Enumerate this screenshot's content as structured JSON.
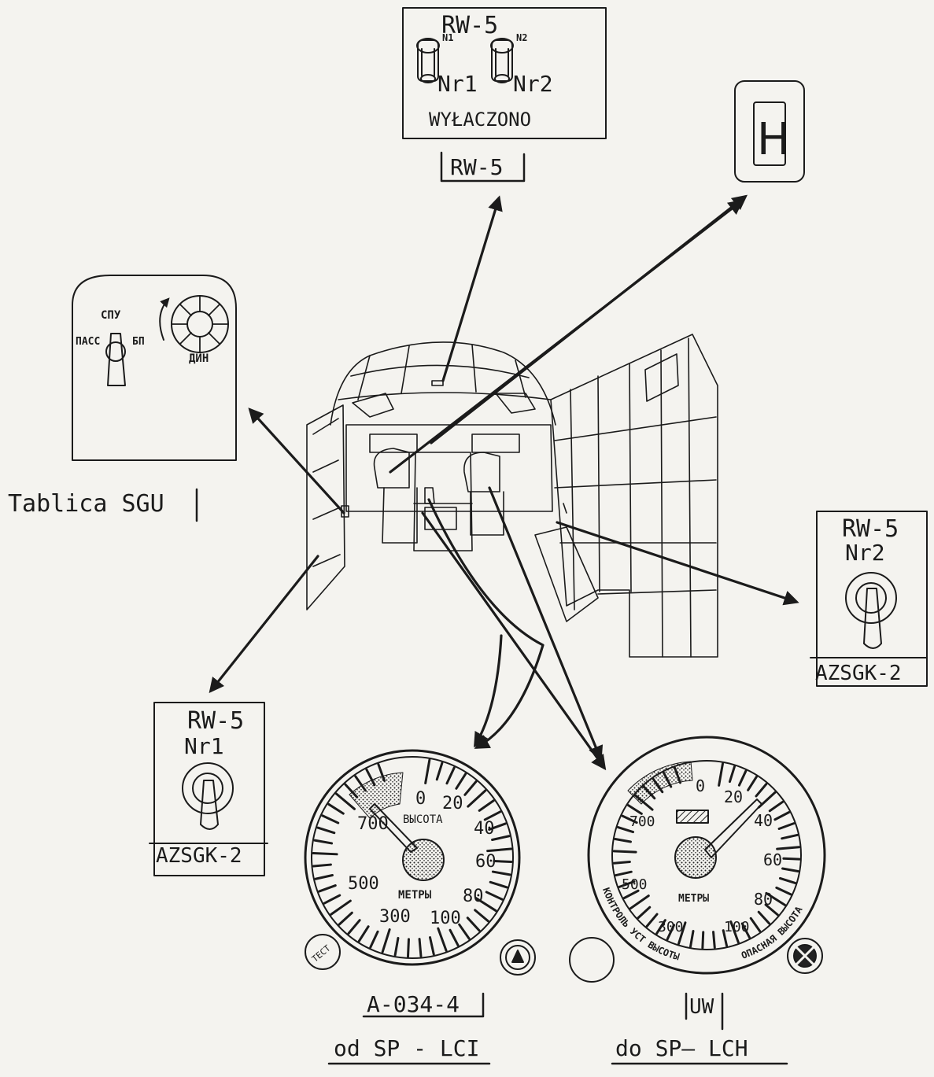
{
  "top_card": {
    "title": "RW-5",
    "switch1_tag": "N1",
    "switch2_tag": "N2",
    "switch1_label": "Nr1",
    "switch2_label": "Nr2",
    "status": "WYŁACZONO",
    "caption": "RW-5"
  },
  "h_card": {
    "letter": "H"
  },
  "sgu_card": {
    "top_label": "СПУ",
    "left_label": "ПАСС",
    "right_label": "БП",
    "knob_label": "ДИН",
    "caption": "Tablica SGU"
  },
  "right_card": {
    "title": "RW-5",
    "number": "Nr2",
    "caption": "AZSGK-2"
  },
  "left_card": {
    "title": "RW-5",
    "number": "Nr1",
    "caption": "AZSGK-2"
  },
  "gauge_left": {
    "center_label": "ВЫСОТА",
    "unit_label": "МЕТРЫ",
    "scale": [
      "0",
      "20",
      "40",
      "60",
      "80",
      "100",
      "300",
      "500",
      "700"
    ],
    "corner_left_label": "ТЕСТ",
    "caption": "A-034-4",
    "subcaption": "od SP - LCI"
  },
  "gauge_right": {
    "unit_label": "МЕТРЫ",
    "scale": [
      "0",
      "20",
      "40",
      "60",
      "80",
      "100",
      "300",
      "500",
      "700"
    ],
    "ring_left_text": "КОНТРОЛЬ УСТ ВЫСОТЫ",
    "ring_right_text": "ОПАСНАЯ ВЫСОТА",
    "caption": "UW",
    "subcaption": "do SP— LCH"
  }
}
